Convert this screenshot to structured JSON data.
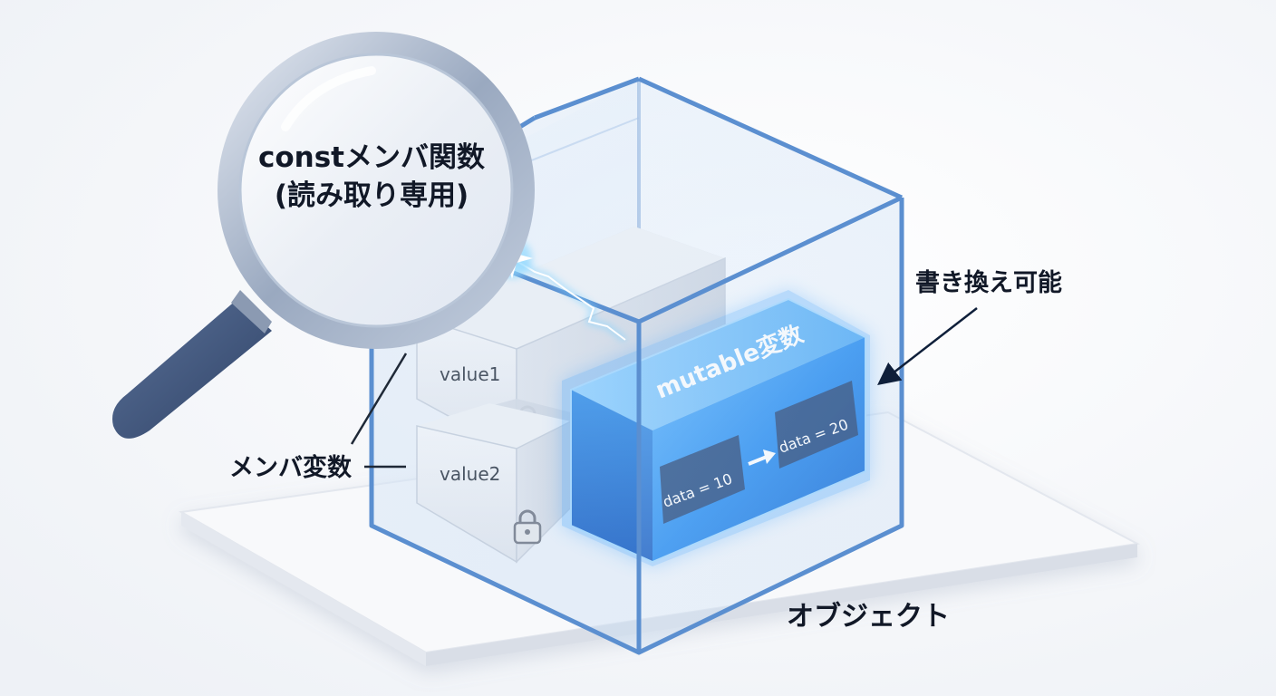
{
  "lens": {
    "line1": "constメンバ関数",
    "line2": "(読み取り専用)"
  },
  "members": {
    "label": "メンバ変数",
    "block1": "value1",
    "block2": "value2"
  },
  "mutable": {
    "label": "mutable変数",
    "from": "data = 10",
    "to": "data = 20"
  },
  "rewritable_label": "書き換え可能",
  "object_label": "オブジェクト",
  "icons": {
    "lock": "lock-icon",
    "magnifier": "magnifying-glass-icon",
    "spark": "spark-icon",
    "arrow": "arrow-icon"
  },
  "colors": {
    "accent": "#1e88f0",
    "glass": "#5b8fd0",
    "text": "#111827",
    "handle": "#3c5377"
  }
}
